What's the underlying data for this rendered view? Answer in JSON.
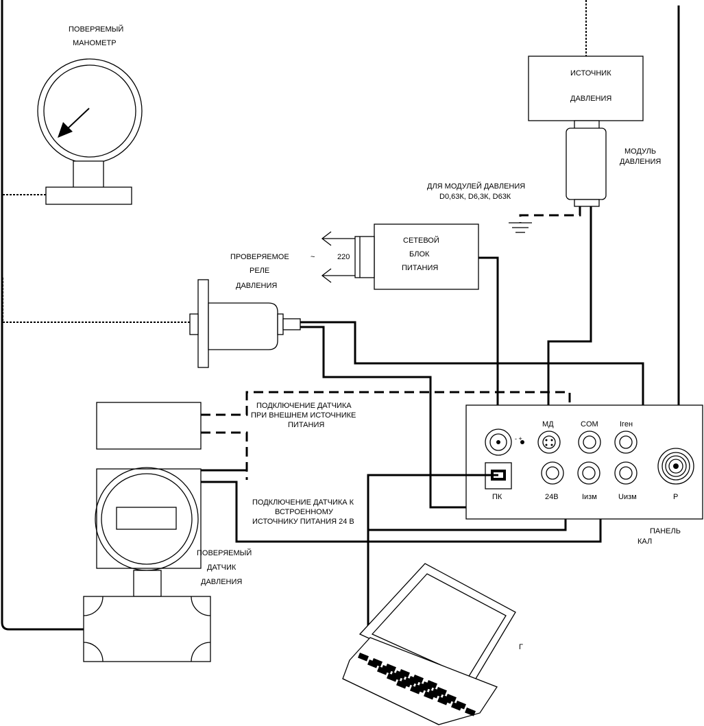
{
  "labels": {
    "gauge_title_1": "ПОВЕРЯЕМЫЙ",
    "gauge_title_2": "МАНОМЕТР",
    "source_1": "ИСТОЧНИК",
    "source_2": "ДАВЛЕНИЯ",
    "module_1": "МОДУЛЬ",
    "module_2": "ДАВЛЕНИЯ",
    "modules_note_1": "ДЛЯ МОДУЛЕЙ ДАВЛЕНИЯ",
    "modules_note_2": "D0,63К, D6,3К, D63К",
    "psu_1": "СЕТЕВОЙ",
    "psu_2": "БЛОК",
    "psu_3": "ПИТАНИЯ",
    "mains_voltage": "220",
    "mains_tilde": "~",
    "relay_1": "ПРОВЕРЯЕМОЕ",
    "relay_2": "РЕЛЕ",
    "relay_3": "ДАВЛЕНИЯ",
    "ext_conn_1": "ПОДКЛЮЧЕНИЕ ДАТЧИКА",
    "ext_conn_2": "ПРИ ВНЕШНЕМ ИСТОЧНИКЕ",
    "ext_conn_3": "ПИТАНИЯ",
    "int_conn_1": "ПОДКЛЮЧЕНИЕ ДАТЧИКА К",
    "int_conn_2": "ВСТРОЕННОМУ",
    "int_conn_3": "ИСТОЧНИКУ ПИТАНИЯ 24 В",
    "sensor_1": "ПОВЕРЯЕМЫЙ",
    "sensor_2": "ДАТЧИК",
    "sensor_3": "ДАВЛЕНИЯ",
    "panel_1": "ПАНЕЛЬ",
    "panel_2": "КАЛ",
    "laptop_mark": "Г"
  },
  "panel": {
    "md": "МД",
    "com": "COM",
    "igen": "Iген",
    "pc": "ПК",
    "v24": "24В",
    "iizm": "Iизм",
    "uizm": "Uизм",
    "p": "P",
    "dc_sign": "- +"
  },
  "colors": {
    "line": "#000000",
    "background": "#ffffff"
  }
}
